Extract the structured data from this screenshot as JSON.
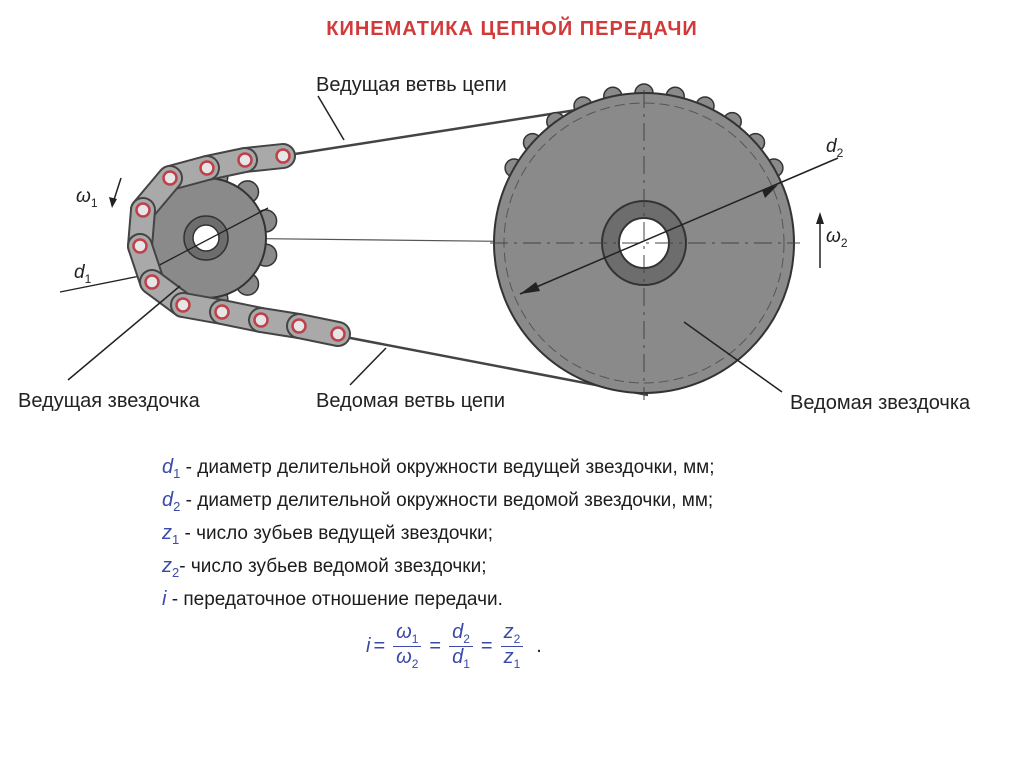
{
  "title": "КИНЕМАТИКА ЦЕПНОЙ ПЕРЕДАЧИ",
  "labels": {
    "leading_branch": "Ведущая ветвь цепи",
    "driven_branch": "Ведомая ветвь цепи",
    "leading_sprocket": "Ведущая звездочка",
    "driven_sprocket": "Ведомая звездочка"
  },
  "symbols": {
    "omega": "ω",
    "d": "d",
    "sub1": "1",
    "sub2": "2"
  },
  "legend": [
    {
      "var": "d",
      "sub": "1",
      "text": " - диаметр делительной окружности ведущей звездочки, мм;"
    },
    {
      "var": "d",
      "sub": "2",
      "text": " - диаметр делительной окружности ведомой звездочки, мм;"
    },
    {
      "var": "z",
      "sub": "1",
      "text": " - число зубьев ведущей звездочки;"
    },
    {
      "var": "z",
      "sub": "2",
      "text": "- число зубьев ведомой звездочки;"
    },
    {
      "var": "i",
      "sub": "",
      "text": " - передаточное отношение передачи."
    }
  ],
  "formula": {
    "lhs": "i",
    "eq": "=",
    "f1_num": "ω",
    "f1_num_sub": "1",
    "f1_den": "ω",
    "f1_den_sub": "2",
    "f2_num": "d",
    "f2_num_sub": "2",
    "f2_den": "d",
    "f2_den_sub": "1",
    "f3_num": "z",
    "f3_num_sub": "2",
    "f3_den": "z",
    "f3_den_sub": "1",
    "end": "."
  },
  "colors": {
    "title": "#d23a3a",
    "sprocket_fill": "#8a8a8a",
    "chain_fill": "#a9a9a9",
    "link_ring": "#c0404a",
    "legend_var": "#3b49a8"
  }
}
